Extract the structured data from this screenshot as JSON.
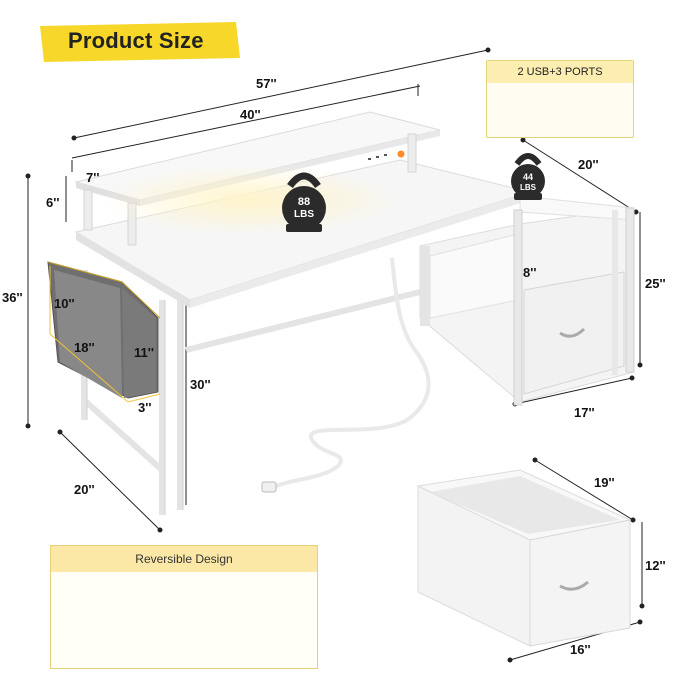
{
  "banner": {
    "title": "Product Size"
  },
  "dimensions": {
    "total_width": "57''",
    "desk_width": "40''",
    "shelf_height": "7''",
    "riser_height": "6''",
    "total_height": "36''",
    "bag_height": "10''",
    "bag_width": "18''",
    "bag_depth_side": "11''",
    "bag_thickness": "3''",
    "desk_depth": "20''",
    "leg_height": "30''",
    "cabinet_depth": "20''",
    "cabinet_height": "25''",
    "drawer_gap": "8''",
    "cabinet_width": "17''",
    "drawer_depth": "19''",
    "drawer_height": "12''",
    "drawer_width": "16''"
  },
  "usb_panel": {
    "title": "2 USB+3 PORTS"
  },
  "weights": {
    "desk": {
      "value": "88",
      "unit": "LBS"
    },
    "shelf": {
      "value": "44",
      "unit": "LBS"
    }
  },
  "reversible": {
    "title": "Reversible Design",
    "swap_icon": "swap-arrows-icon"
  },
  "colors": {
    "banner_yellow": "#f7d72a",
    "panel_yellow": "#fbeeb0",
    "wood": "#d9a85f"
  }
}
